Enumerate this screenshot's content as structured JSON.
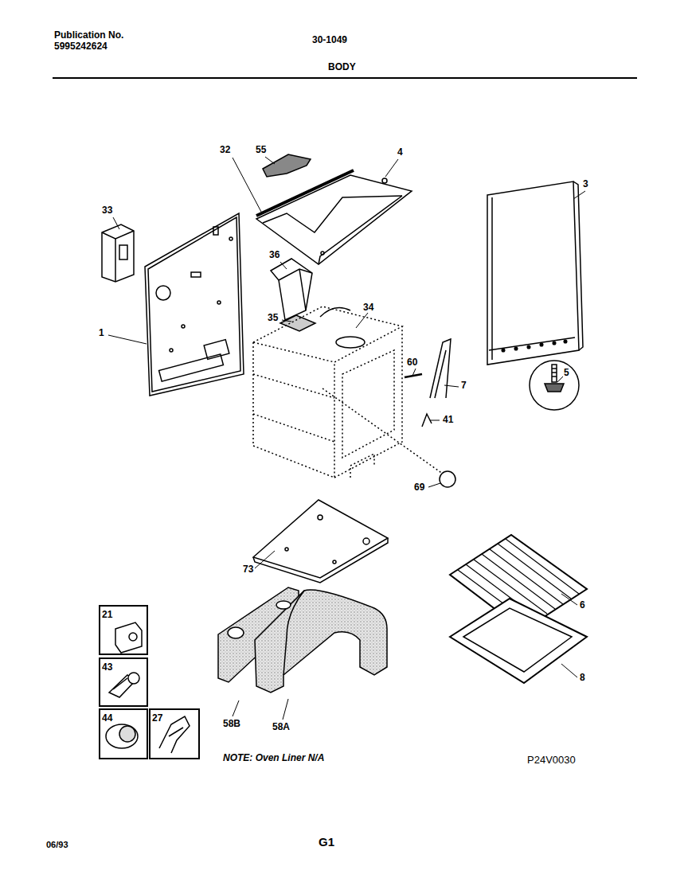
{
  "diagram": {
    "title": "BODY",
    "nodes": [
      {
        "text": [
          "21"
        ]
      },
      {
        "text": [
          "43"
        ]
      },
      {
        "text": [
          "44"
        ]
      },
      {
        "text": [
          "27"
        ]
      }
    ],
    "labels": [
      "Publication No.",
      "5995242624",
      "30-1049",
      "32",
      "55",
      "4",
      "3",
      "33",
      "36",
      "1",
      "35",
      "34",
      "60",
      "7",
      "5",
      "41",
      "69",
      "73",
      "6",
      "58B",
      "58A",
      "8",
      "NOTE: Oven Liner N/A",
      "P24V0030",
      "06/93",
      "G1"
    ]
  }
}
